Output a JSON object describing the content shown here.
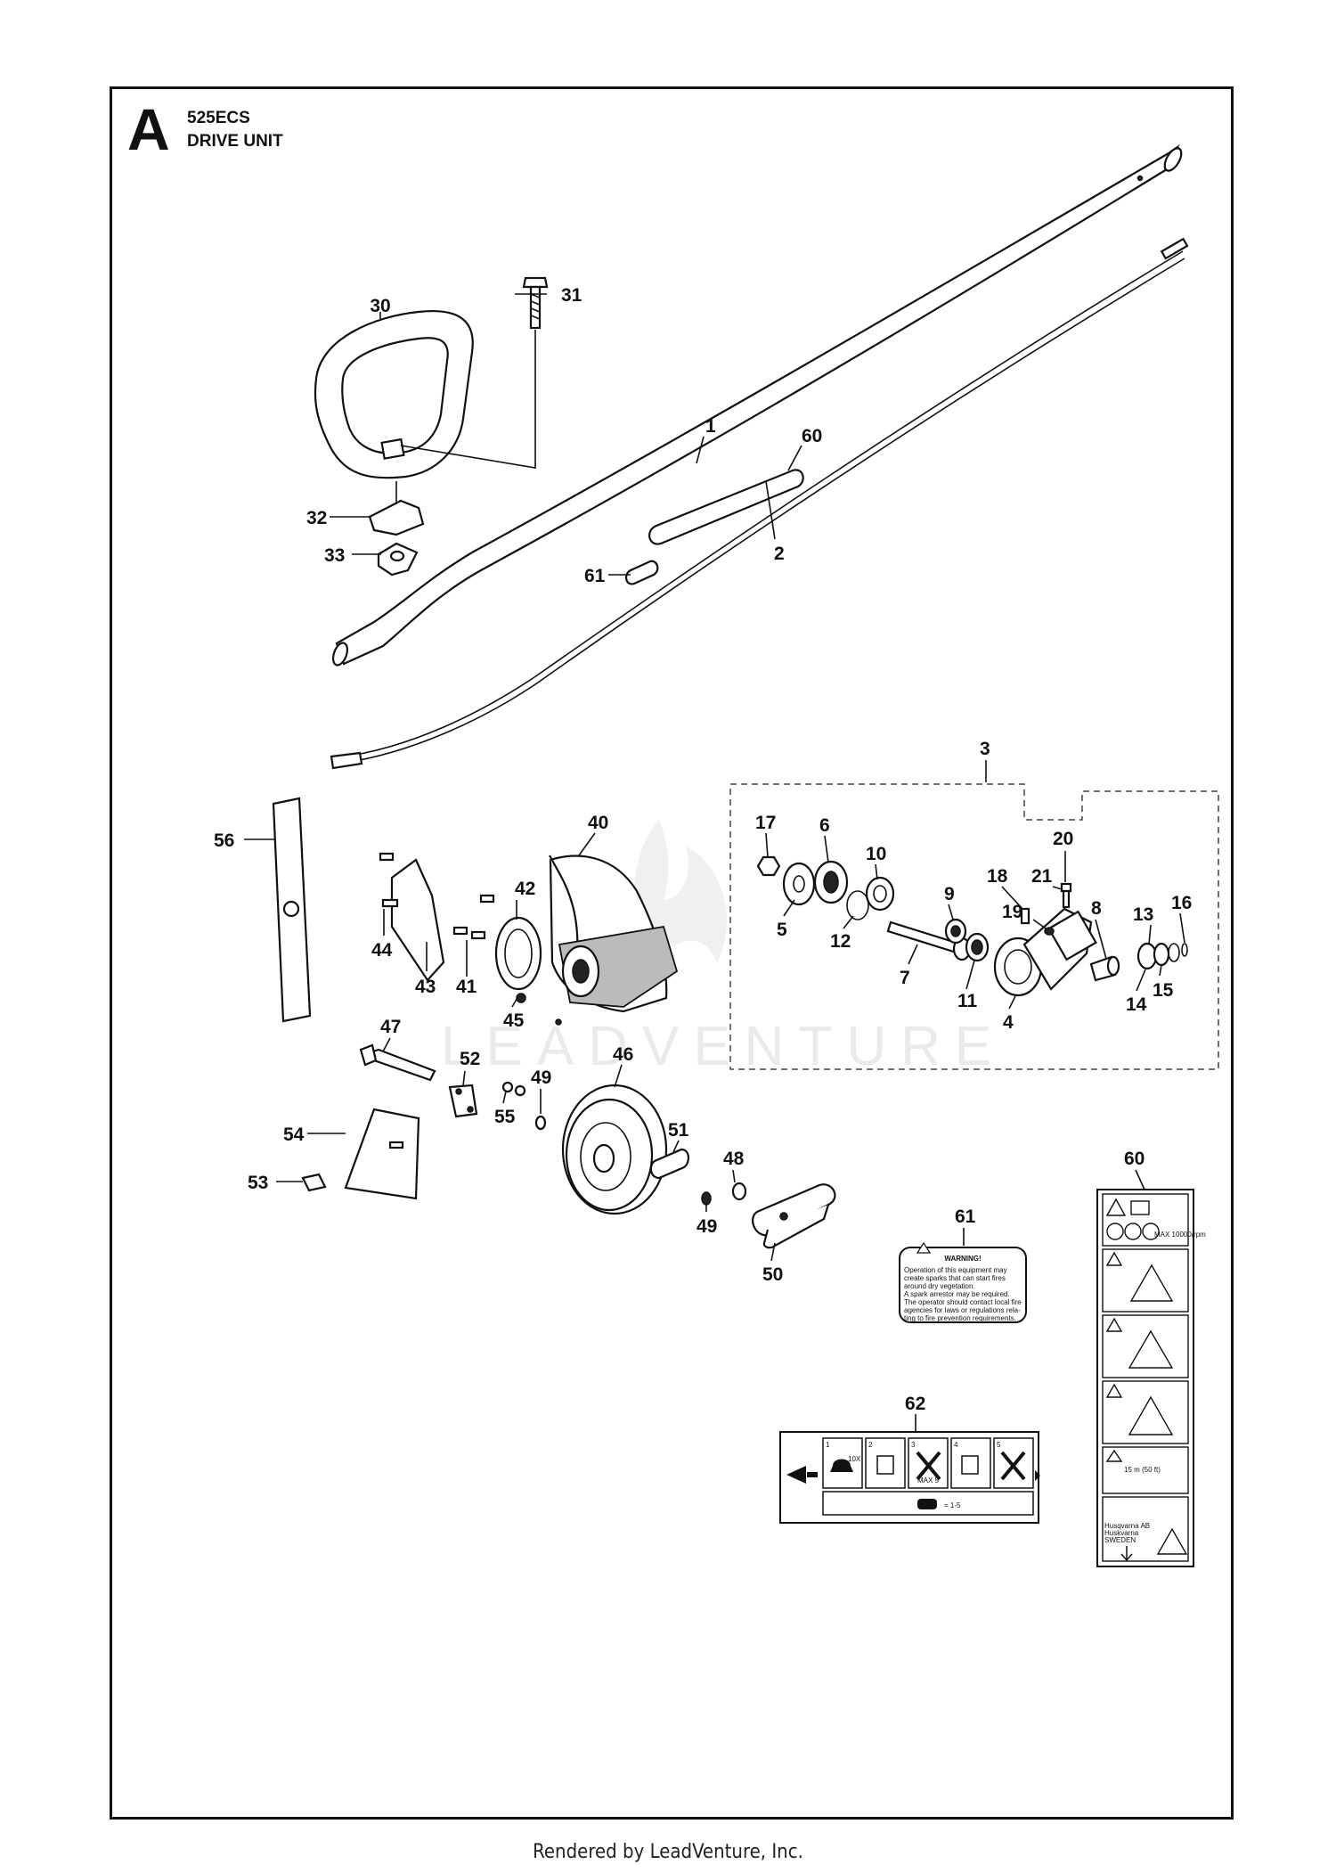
{
  "header": {
    "section_letter": "A",
    "model": "525ECS",
    "subtitle": "DRIVE UNIT"
  },
  "watermark": "LEADVENTURE",
  "footer": "Rendered by LeadVenture, Inc.",
  "callouts": {
    "p1": "1",
    "p2": "2",
    "p3": "3",
    "p4": "4",
    "p5": "5",
    "p6": "6",
    "p7": "7",
    "p8": "8",
    "p9": "9",
    "p10": "10",
    "p11": "11",
    "p12": "12",
    "p13": "13",
    "p14": "14",
    "p15": "15",
    "p16": "16",
    "p17": "17",
    "p18": "18",
    "p19": "19",
    "p20": "20",
    "p21": "21",
    "p30": "30",
    "p31": "31",
    "p32": "32",
    "p33": "33",
    "p40": "40",
    "p41": "41",
    "p42": "42",
    "p43": "43",
    "p44": "44",
    "p45": "45",
    "p46": "46",
    "p47": "47",
    "p48": "48",
    "p49a": "49",
    "p49b": "49",
    "p50": "50",
    "p51": "51",
    "p52": "52",
    "p53": "53",
    "p54": "54",
    "p55": "55",
    "p56": "56",
    "p60a": "60",
    "p60b": "60",
    "p61a": "61",
    "p61b": "61",
    "p62": "62"
  },
  "decal_61": {
    "heading": "WARNING!",
    "lines": [
      "Operation of this equipment may",
      "create sparks that can start fires",
      "around dry vegetation.",
      "A spark arrestor may be required.",
      "The operator should contact local fire",
      "agencies for laws or regulations rela-",
      "ting to fire prevention requirements."
    ]
  },
  "decal_62": {
    "steps": [
      "1",
      "2",
      "3",
      "4",
      "5"
    ],
    "step1_text": "10X",
    "step3_text": "MAX 5",
    "bottom_text": "= 1-5"
  },
  "decal_60": {
    "rpm_text": "MAX 10000/rpm",
    "distance_text": "15 m (50 ft)",
    "maker": "Husqvarna AB",
    "maker_line2": "Huskvarna",
    "country": "SWEDEN"
  }
}
